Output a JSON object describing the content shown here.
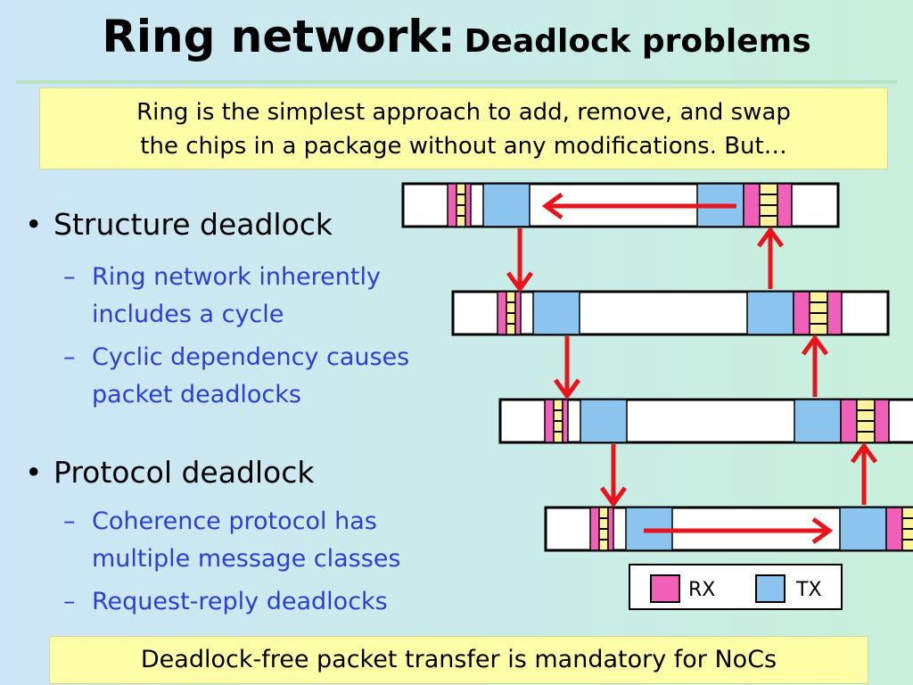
{
  "title": {
    "main": "Ring network:",
    "sub": "Deadlock problems"
  },
  "intro_note": {
    "line1": "Ring is the simplest approach to add, remove, and swap",
    "line2": "the chips in a package without any modifications. But…"
  },
  "bullets": [
    {
      "text": "Structure deadlock",
      "subs": [
        {
          "lines": [
            "Ring network inherently",
            "includes a cycle"
          ]
        },
        {
          "lines": [
            "Cyclic dependency causes",
            "packet deadlocks"
          ]
        }
      ]
    },
    {
      "text": "Protocol deadlock",
      "subs": [
        {
          "lines": [
            "Coherence protocol has",
            "multiple message classes"
          ]
        },
        {
          "lines": [
            "Request-reply deadlocks"
          ]
        }
      ]
    }
  ],
  "legend": {
    "rx_label": "RX",
    "tx_label": "TX"
  },
  "colors": {
    "rx": "#f060b8",
    "tx": "#8cc4f0",
    "buffer": "#fff49c",
    "arrow": "#e8141c",
    "note_bg": "#ffffa8",
    "sub_bullet_text": "#2b3fd6"
  },
  "footer_note": "Deadlock-free packet transfer is mandatory for NoCs"
}
